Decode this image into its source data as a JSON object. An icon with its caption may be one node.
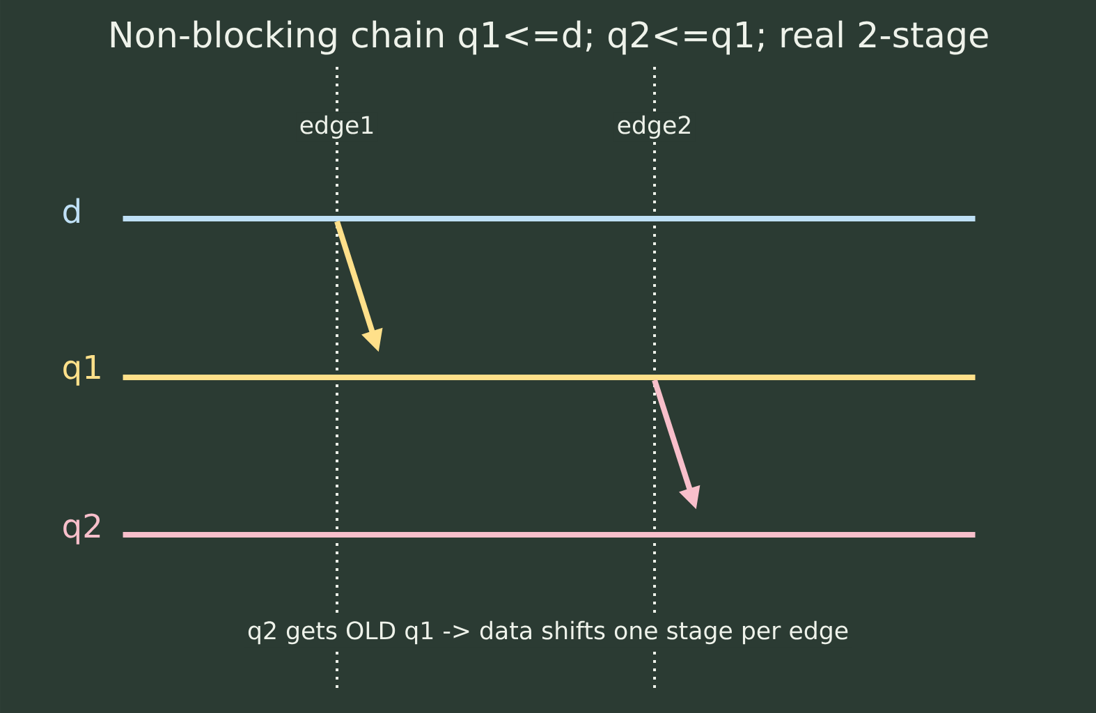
{
  "diagram": {
    "title": "Non-blocking chain q1<=d; q2<=q1;  real 2-stage",
    "caption": "q2 gets OLD q1 -> data shifts one stage per edge",
    "nodes": [
      {
        "text": [],
        "shape": "line",
        "beside": [
          "d"
        ]
      },
      {
        "text": [],
        "shape": "line",
        "beside": [
          "q1"
        ]
      },
      {
        "text": [],
        "shape": "line",
        "beside": [
          "q2"
        ]
      }
    ],
    "edges": [
      {
        "from": 0,
        "to": 1,
        "arrow": "to",
        "color": "#ffe08a"
      },
      {
        "from": 1,
        "to": 2,
        "arrow": "to",
        "color": "#f8bfcb"
      }
    ],
    "labels": [
      "edge1",
      "edge2"
    ]
  }
}
